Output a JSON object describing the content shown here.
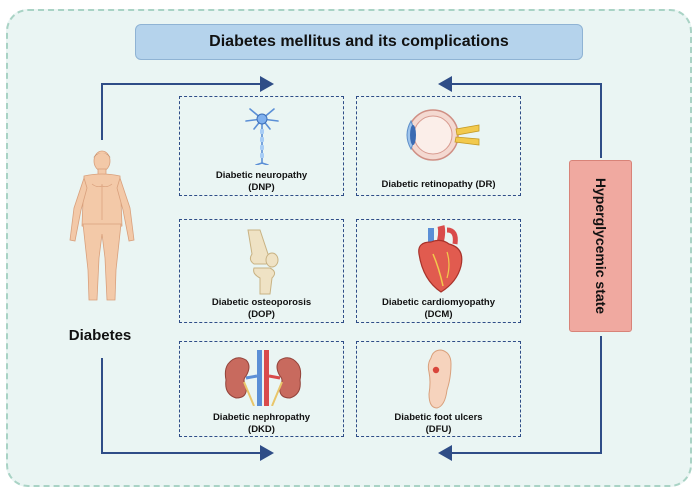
{
  "title": "Diabetes mellitus and its complications",
  "left_label": "Diabetes",
  "right_label": "Hyperglycemic state",
  "complications": [
    {
      "name": "Diabetic neuropathy",
      "abbr": "(DNP)",
      "icon": "neuron-icon"
    },
    {
      "name": "Diabetic retinopathy (DR)",
      "abbr": "",
      "icon": "eye-icon"
    },
    {
      "name": "Diabetic osteoporosis",
      "abbr": "(DOP)",
      "icon": "knee-joint-icon"
    },
    {
      "name": "Diabetic cardiomyopathy",
      "abbr": "(DCM)",
      "icon": "heart-icon"
    },
    {
      "name": "Diabetic nephropathy",
      "abbr": "(DKD)",
      "icon": "kidney-icon"
    },
    {
      "name": "Diabetic foot ulcers",
      "abbr": "(DFU)",
      "icon": "foot-icon"
    }
  ],
  "colors": {
    "background": "#eaf5f3",
    "title_box": "#b5d3ec",
    "arrow": "#2f4d87",
    "state_box": "#f0a9a0"
  }
}
